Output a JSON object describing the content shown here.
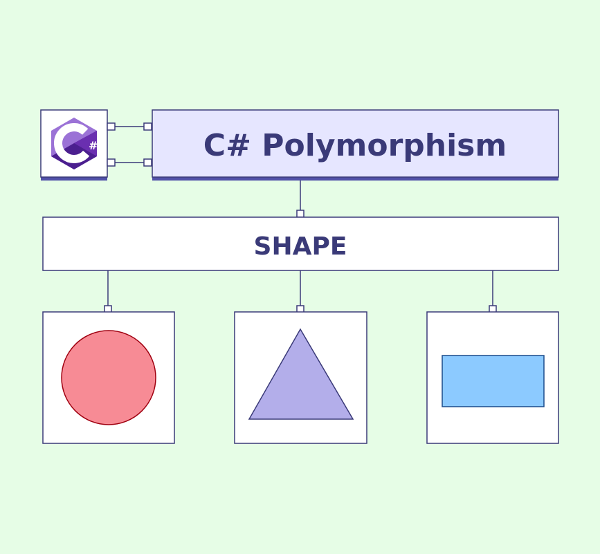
{
  "title": "C# Polymorphism",
  "base_class": "SHAPE",
  "logo": {
    "text": "C#",
    "icon": "csharp-logo-icon"
  },
  "children": [
    {
      "name": "circle",
      "icon": "circle-shape-icon",
      "fill": "#f78b95",
      "stroke": "#a00010"
    },
    {
      "name": "triangle",
      "icon": "triangle-shape-icon",
      "fill": "#b3aeea",
      "stroke": "#3a3a78"
    },
    {
      "name": "rectangle",
      "icon": "rectangle-shape-icon",
      "fill": "#8ccaff",
      "stroke": "#1a4a8a"
    }
  ],
  "colors": {
    "background": "#e6fde6",
    "stroke": "#3a3a78",
    "title_fill": "#e6e6ff",
    "shadow": "#5050a8"
  }
}
